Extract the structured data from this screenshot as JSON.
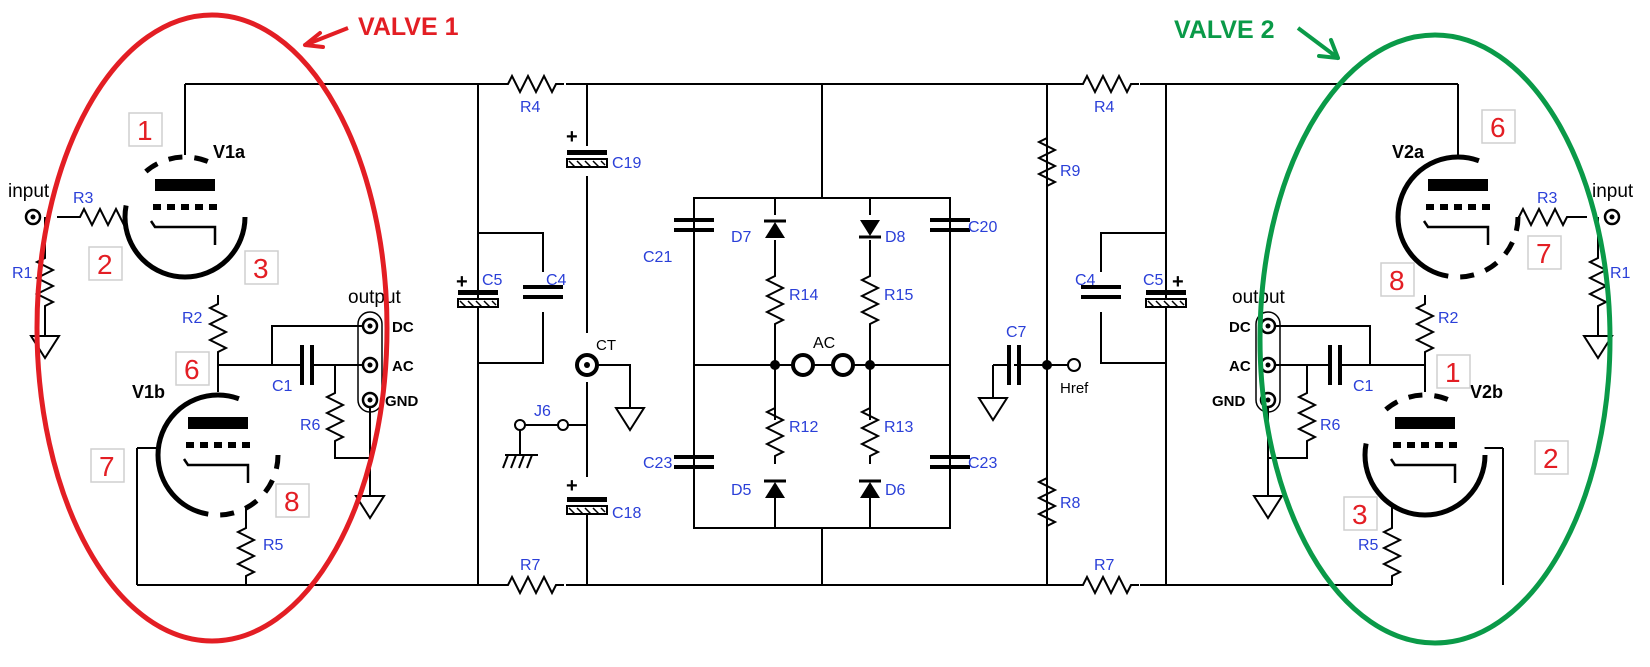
{
  "annotations": {
    "valve1": {
      "label": "VALVE 1",
      "color": "#e31e24"
    },
    "valve2": {
      "label": "VALVE 2",
      "color": "#0a9a48"
    }
  },
  "pin_numbers": {
    "left": {
      "p1": "1",
      "p2": "2",
      "p3": "3",
      "p6": "6",
      "p7": "7",
      "p8": "8"
    },
    "right": {
      "p6": "6",
      "p7": "7",
      "p8": "8",
      "p1": "1",
      "p2": "2",
      "p3": "3"
    }
  },
  "tubes": {
    "v1a": "V1a",
    "v1b": "V1b",
    "v2a": "V2a",
    "v2b": "V2b"
  },
  "io": {
    "input": "input",
    "output": "output",
    "dc": "DC",
    "ac": "AC",
    "gnd": "GND",
    "href": "Href",
    "ct": "CT"
  },
  "components": {
    "left": {
      "r1": "R1",
      "r2": "R2",
      "r3": "R3",
      "r4": "R4",
      "r5": "R5",
      "r6": "R6",
      "r7": "R7",
      "c1": "C1",
      "c4": "C4",
      "c5": "C5"
    },
    "right": {
      "r1": "R1",
      "r2": "R2",
      "r3": "R3",
      "r4": "R4",
      "r5": "R5",
      "r6": "R6",
      "r7": "R7",
      "c1": "C1",
      "c4": "C4",
      "c5": "C5"
    },
    "center": {
      "c19": "C19",
      "c18": "C18",
      "j6": "J6",
      "c21": "C21",
      "c23a": "C23",
      "c20": "C20",
      "c23b": "C23",
      "d7": "D7",
      "d8": "D8",
      "d5": "D5",
      "d6": "D6",
      "r14": "R14",
      "r15": "R15",
      "r12": "R12",
      "r13": "R13",
      "ac": "AC",
      "c7": "C7",
      "r9": "R9",
      "r8": "R8"
    }
  },
  "colors": {
    "component_label": "#2a3fd8",
    "pin_number": "#e31e24",
    "wire": "#000000"
  }
}
